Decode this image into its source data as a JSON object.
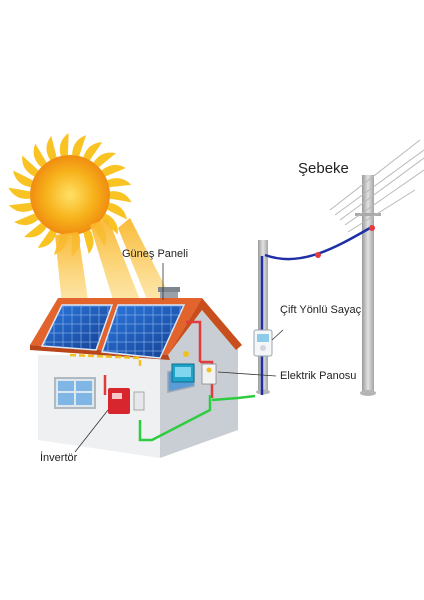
{
  "labels": {
    "grid": "Şebeke",
    "solar_panel": "Güneş Paneli",
    "bidirectional_meter": "Çift Yönlü Sayaç",
    "electric_panel": "Elektrik Panosu",
    "inverter": "İnvertör"
  },
  "colors": {
    "sun_core": "#f7a81b",
    "sun_rays": "#f9c423",
    "roof": "#e2632b",
    "panel": "#1f5fbf",
    "wall": "#eef0f2",
    "wall_side": "#c9ced4",
    "dc_wire": "#e23b3b",
    "ground_wire": "#2ecc40",
    "grid_wire": "#1e2fa8",
    "inverter_body": "#d8262e",
    "pole": "#c7c7c7"
  },
  "icons": {
    "sun": "sun-icon",
    "panel": "solar-panel-icon",
    "house": "house-icon",
    "pole": "utility-pole-icon",
    "meter": "meter-icon",
    "inverter": "inverter-icon",
    "breaker": "breaker-panel-icon"
  }
}
